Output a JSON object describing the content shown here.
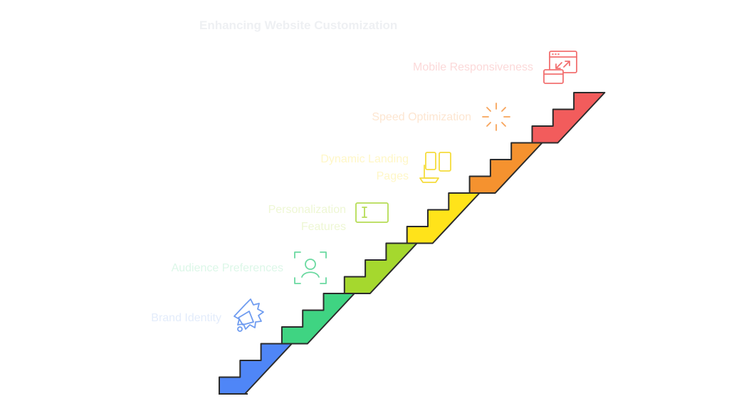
{
  "title": "Enhancing Website Customization",
  "colors": {
    "outline": "#2b2b2b",
    "step_fills": [
      "#4f86f7",
      "#3fd482",
      "#a5d82e",
      "#ffe31a",
      "#f5922f",
      "#f25c5c"
    ],
    "label_colors": [
      "#e3ecfb",
      "#dcf7e8",
      "#eef7d4",
      "#fff7c7",
      "#fde6d1",
      "#fcd9d9"
    ]
  },
  "steps": [
    {
      "id": "brand-identity",
      "lines": [
        "Brand Identity"
      ],
      "icon": "megaphone-icon"
    },
    {
      "id": "audience-preferences",
      "lines": [
        "Audience Preferences"
      ],
      "icon": "user-focus-icon"
    },
    {
      "id": "personalization-features",
      "lines": [
        "Personalization",
        "Features"
      ],
      "icon": "text-cursor-icon"
    },
    {
      "id": "dynamic-landing-pages",
      "lines": [
        "Dynamic Landing",
        "Pages"
      ],
      "icon": "devices-icon"
    },
    {
      "id": "speed-optimization",
      "lines": [
        "Speed Optimization"
      ],
      "icon": "loading-icon"
    },
    {
      "id": "mobile-responsiveness",
      "lines": [
        "Mobile Responsiveness"
      ],
      "icon": "responsive-window-icon"
    }
  ]
}
